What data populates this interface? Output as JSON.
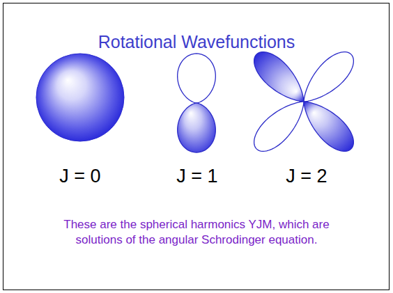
{
  "diagram": {
    "title": "Rotational Wavefunctions",
    "caption": "These are the spherical harmonics YJM, which are solutions of the angular Schrodinger equation.",
    "labels": [
      "J = 0",
      "J = 1",
      "J = 2"
    ]
  }
}
